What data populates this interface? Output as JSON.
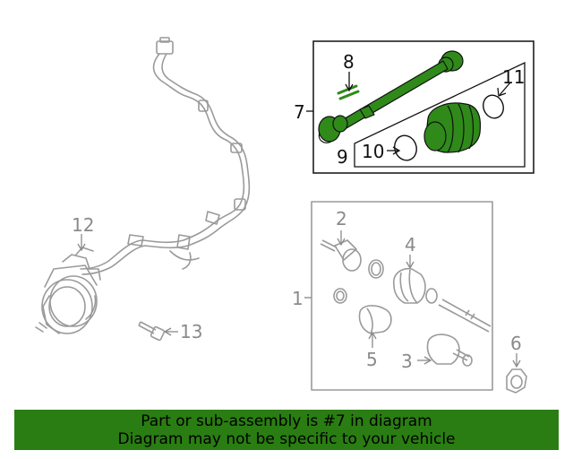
{
  "callouts": {
    "c1": "1",
    "c2": "2",
    "c3": "3",
    "c4": "4",
    "c5": "5",
    "c6": "6",
    "c7": "7",
    "c8": "8",
    "c9": "9",
    "c10": "10",
    "c11": "11",
    "c12": "12",
    "c13": "13"
  },
  "colors": {
    "highlight_part": "#2f8a1a",
    "banner": "#2a7d12",
    "line_gray": "#9a9a9a"
  },
  "banner": {
    "line1": "Part or sub-assembly is #7 in diagram",
    "line2": "Diagram may not be specific to your vehicle"
  }
}
